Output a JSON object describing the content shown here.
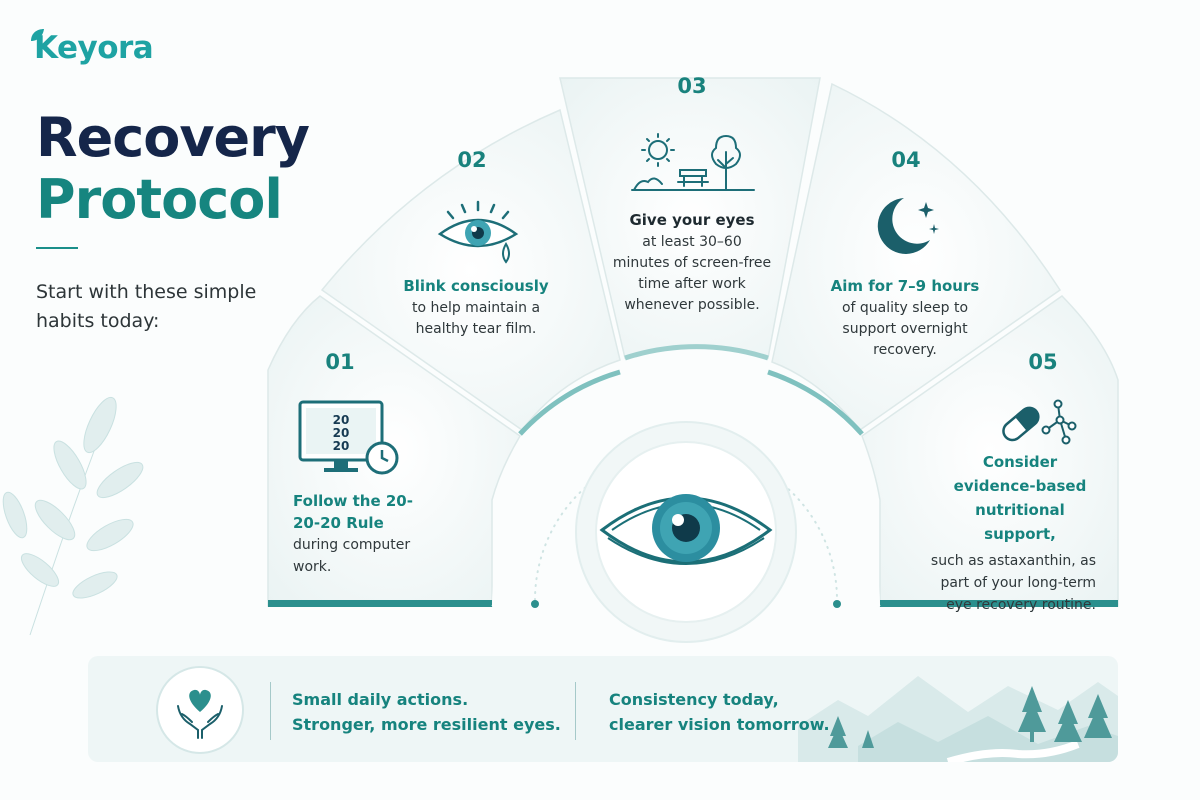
{
  "brand": {
    "name": "Keyora"
  },
  "title": {
    "line1": "Recovery",
    "line2": "Protocol"
  },
  "intro": "Start with these simple habits today:",
  "steps": [
    {
      "number": "01",
      "icon": "monitor-clock-icon",
      "icon_text": "20 20 20",
      "highlight": "Follow the 20-20-20 Rule",
      "text": "during computer work."
    },
    {
      "number": "02",
      "icon": "eye-tear-icon",
      "highlight": "Blink consciously",
      "text": "to help maintain a healthy tear film."
    },
    {
      "number": "03",
      "icon": "park-sun-tree-icon",
      "highlight": "Give your eyes",
      "text": "at least 30–60 minutes of screen-free time after work whenever possible."
    },
    {
      "number": "04",
      "icon": "moon-stars-icon",
      "highlight": "Aim for 7–9 hours",
      "text": "of quality sleep to support overnight recovery."
    },
    {
      "number": "05",
      "icon": "capsule-molecule-icon",
      "highlight": "Consider evidence-based nutritional support,",
      "text": "such as astaxanthin, as part of your long-term eye recovery routine."
    }
  ],
  "banner": {
    "icon": "heart-hands-icon",
    "message1_line1": "Small daily actions.",
    "message1_line2": "Stronger, more resilient eyes.",
    "message2_line1": "Consistency today,",
    "message2_line2": "clearer vision tomorrow."
  },
  "colors": {
    "navy": "#15264a",
    "teal": "#16837e",
    "accent": "#1ea3a3"
  }
}
